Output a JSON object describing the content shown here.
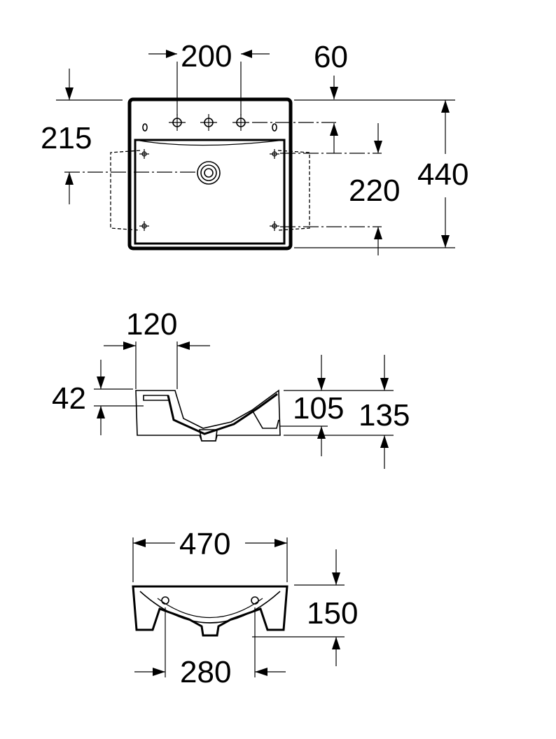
{
  "top_view": {
    "dim_taps_spacing": "200",
    "dim_side_offset": "60",
    "dim_waste_from_top": "215",
    "dim_mounting_spacing": "220",
    "dim_depth": "440"
  },
  "side_view": {
    "dim_waste_offset": "120",
    "dim_rim_thickness": "42",
    "dim_bowl_height": "105",
    "dim_total_height": "135"
  },
  "front_view": {
    "dim_width": "470",
    "dim_height": "150",
    "dim_fixing_spacing": "280"
  }
}
